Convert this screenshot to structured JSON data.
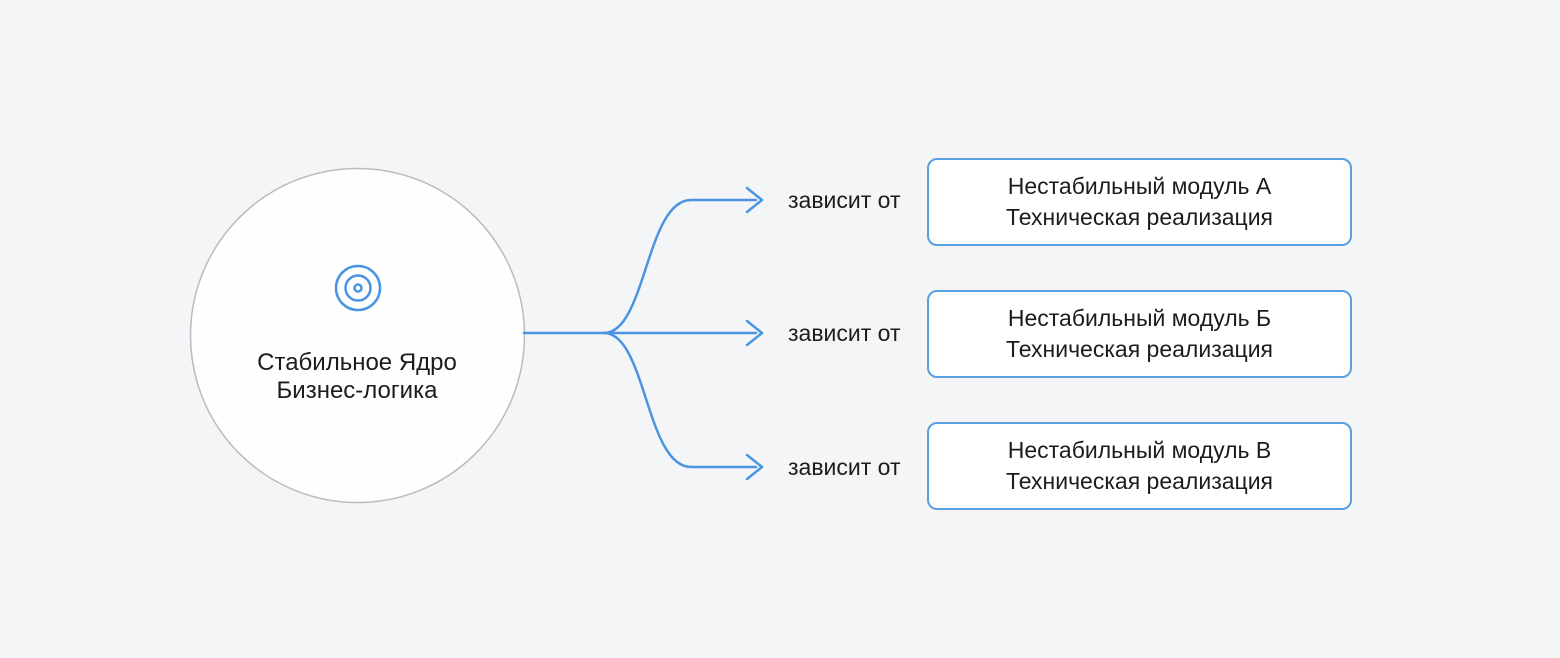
{
  "diagram": {
    "background_color": "#f4f5f7",
    "accent_color": "#4a94e2",
    "box_border_color": "#5b9fdf",
    "circle_border_color": "#b8bbbf",
    "text_color": "#1a1c1e",
    "core": {
      "title": "Стабильное Ядро",
      "subtitle": "Бизнес-логика",
      "icon": "target-icon"
    },
    "edges": [
      {
        "label": "зависит от"
      },
      {
        "label": "зависит от"
      },
      {
        "label": "зависит от"
      }
    ],
    "modules": [
      {
        "title": "Нестабильный модуль А",
        "subtitle": "Техническая реализация"
      },
      {
        "title": "Нестабильный модуль Б",
        "subtitle": "Техническая реализация"
      },
      {
        "title": "Нестабильный модуль В",
        "subtitle": "Техническая реализация"
      }
    ]
  }
}
